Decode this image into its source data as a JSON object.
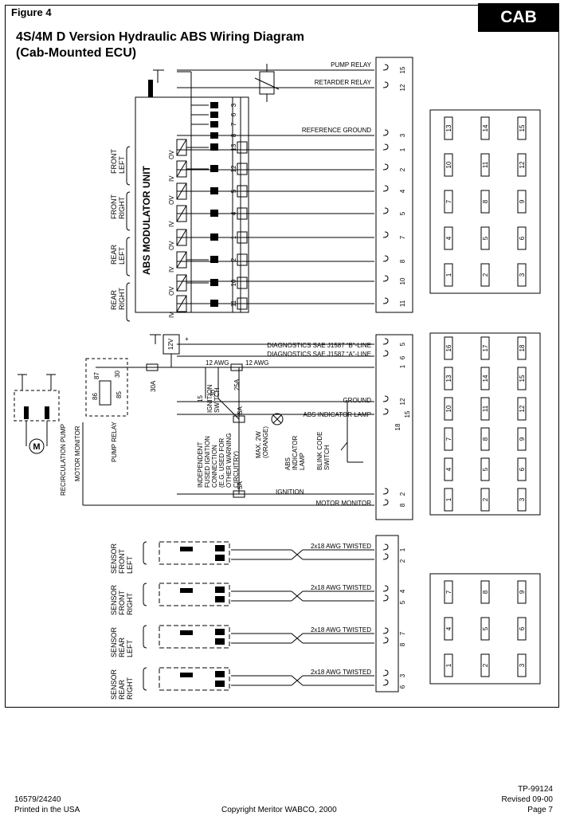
{
  "header": {
    "figure_label": "Figure 4",
    "badge": "CAB",
    "title_line1": "4S/4M D Version Hydraulic ABS Wiring Diagram",
    "title_line2": "(Cab-Mounted ECU)"
  },
  "modulator": {
    "unit_label": "ABS MODULATOR UNIT",
    "groups": [
      {
        "label": [
          "FRONT",
          "LEFT"
        ],
        "valves": [
          "OV",
          "IV"
        ]
      },
      {
        "label": [
          "FRONT",
          "RIGHT"
        ],
        "valves": [
          "OV",
          "IV"
        ]
      },
      {
        "label": [
          "REAR",
          "LEFT"
        ],
        "valves": [
          "OV",
          "IV"
        ]
      },
      {
        "label": [
          "REAR",
          "RIGHT"
        ],
        "valves": [
          "OV",
          "IV"
        ]
      }
    ],
    "pins_top": [
      "3",
      "6",
      "7",
      "8"
    ],
    "pins_main": [
      "13",
      "12",
      "5",
      "4",
      "1",
      "2",
      "10",
      "11"
    ]
  },
  "connector1": {
    "pins": [
      "15",
      "12",
      "3",
      "1",
      "2",
      "4",
      "5",
      "7",
      "8",
      "10",
      "11"
    ],
    "labels": {
      "pump_relay": "PUMP RELAY",
      "retarder_relay": "RETARDER RELAY",
      "reference_ground": "REFERENCE GROUND"
    },
    "grid": [
      "13",
      "14",
      "15",
      "10",
      "11",
      "12",
      "7",
      "8",
      "9",
      "4",
      "5",
      "6",
      "1",
      "2",
      "3"
    ]
  },
  "connector2": {
    "pins": [
      "5",
      "1",
      "6",
      "12",
      "15",
      "18",
      "2",
      "8"
    ],
    "labels": {
      "diag_b": "DIAGNOSTICS SAE J1587 “B”-LINE",
      "diag_a": "DIAGNOSTICS SAE J1587 “A”-LINE",
      "ground": "GROUND",
      "abs_lamp": "ABS INDICATOR LAMP",
      "ignition": "IGNITION",
      "motor_monitor": "MOTOR MONITOR"
    },
    "grid": [
      "16",
      "17",
      "18",
      "13",
      "14",
      "15",
      "10",
      "11",
      "12",
      "7",
      "8",
      "9",
      "4",
      "5",
      "6",
      "1",
      "2",
      "3"
    ]
  },
  "connector3": {
    "pins": [
      "1",
      "2",
      "4",
      "5",
      "7",
      "8",
      "3",
      "6"
    ],
    "wire_label": "2x18 AWG TWISTED",
    "sensors": [
      [
        "SENSOR",
        "FRONT",
        "LEFT"
      ],
      [
        "SENSOR",
        "FRONT",
        "RIGHT"
      ],
      [
        "SENSOR",
        "REAR",
        "LEFT"
      ],
      [
        "SENSOR",
        "REAR",
        "RIGHT"
      ]
    ],
    "grid": [
      "7",
      "8",
      "9",
      "4",
      "5",
      "6",
      "1",
      "2",
      "3"
    ]
  },
  "power_section": {
    "battery": "12V",
    "fuse_main": "30A",
    "fuse_25": "25A",
    "fuse_5a_top": "5A",
    "fuse_5a_bottom": "5A",
    "awg_left": "12 AWG",
    "awg_right": "12 AWG",
    "ignition_switch": "IGNITION SWITCH",
    "ign_15": "15",
    "ign_30": "30",
    "independent_fused": [
      "INDEPENDENT",
      "FUSED IGNITION",
      "CONNECTION",
      "(E.G. USED FOR",
      "OTHER WARNING",
      "CIRCUITRY)"
    ],
    "max_2w": [
      "MAX. 2W",
      "(ORANGE)"
    ],
    "abs_indicator_lamp": [
      "ABS",
      "INDICATOR",
      "LAMP"
    ],
    "blink_code_switch": [
      "BLINK CODE",
      "SWITCH"
    ],
    "pump_relay_label": "PUMP RELAY",
    "relay_pins": [
      "87",
      "30",
      "86",
      "85"
    ],
    "recirculation_pump": "RECIRCULATION PUMP",
    "motor_monitor": "MOTOR MONITOR",
    "motor_symbol": "M"
  },
  "footer": {
    "doc_number": "16579/24240",
    "printed": "Printed in the USA",
    "copyright": "Copyright Meritor WABCO, 2000",
    "tp_number": "TP-99124",
    "revised": "Revised 09-00",
    "page": "Page 7"
  }
}
